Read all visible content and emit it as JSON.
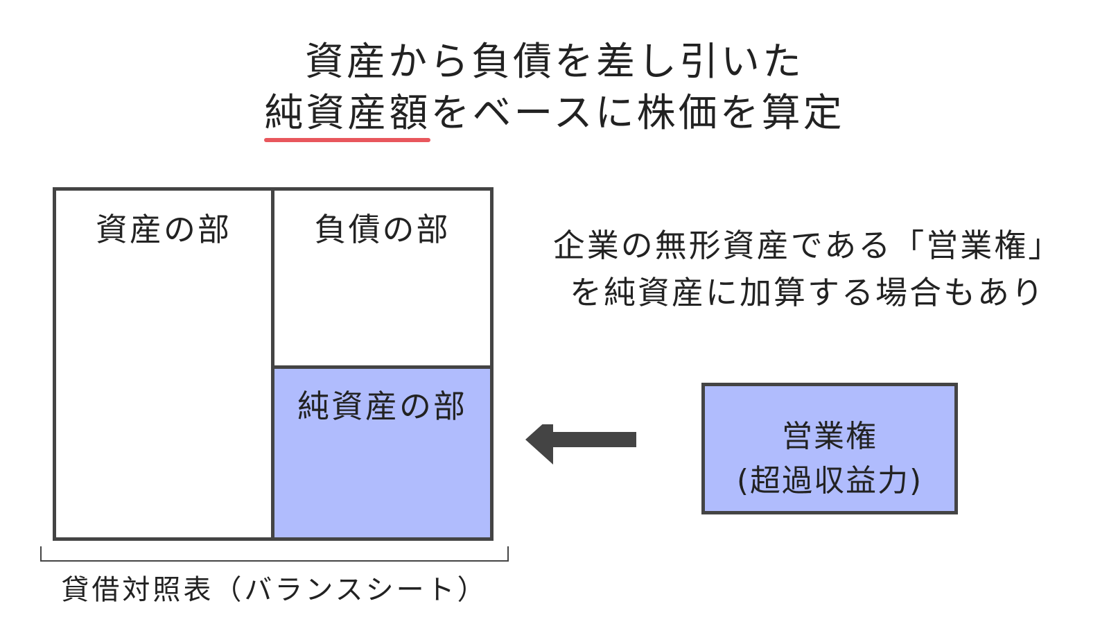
{
  "title": {
    "line1": "資産から負債を差し引いた",
    "line2_highlight": "純資産額",
    "line2_rest": "をベースに株価を算定"
  },
  "balance_sheet": {
    "assets_label": "資産の部",
    "liabilities_label": "負債の部",
    "equity_label": "純資産の部",
    "caption": "貸借対照表（バランスシート）"
  },
  "note": {
    "line1": "企業の無形資産である「営業権」",
    "line2": "を純資産に加算する場合もあり"
  },
  "goodwill_box": {
    "line1": "営業権",
    "line2": "(超過収益力)"
  },
  "colors": {
    "accent_underline": "#e8575d",
    "highlight_fill": "#b0bcfd",
    "border": "#444444"
  },
  "icons": {
    "arrow": "arrow-left-icon"
  }
}
